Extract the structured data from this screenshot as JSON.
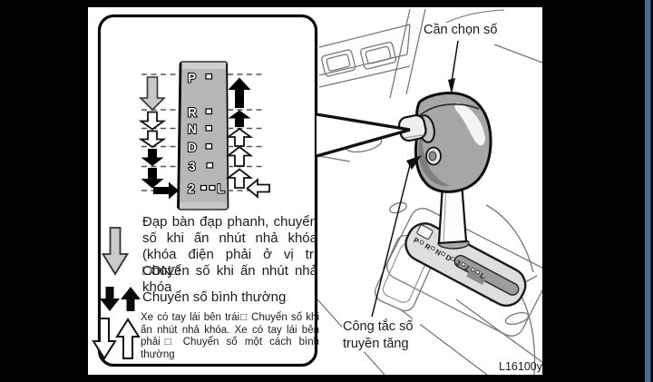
{
  "figure": {
    "code": "L16100y",
    "colors": {
      "background": "#000000",
      "page": "#ffffff",
      "accent_strip": "#4a6d92",
      "strip_gray": "#b7b7b7",
      "arrow_gray": "#c9c9c9",
      "line_black": "#111111"
    }
  },
  "shift_pattern": {
    "gears": [
      "P",
      "R",
      "N",
      "D",
      "3",
      "2",
      "L"
    ]
  },
  "legend": {
    "items": [
      {
        "symbol": "gray-down-arrow",
        "text": "Đạp bàn đạp phanh, chuyển số khi ấn nhút nhả khóa (khóa điện phải ở vị trí □ON□"
      },
      {
        "symbol": "white-down-arrow",
        "text": "Chuyển số khi ấn nhút nhả khóa"
      },
      {
        "symbol": "black-down-up-arrows",
        "text": "Chuyển số bình thường"
      },
      {
        "symbol": "white-down-up-arrows",
        "text": "Xe có tay lái bên trái□  Chuyển số khi ấn nhút nhả khóa. Xe có tay lái bên phải□  Chuyển số một cách bình thường"
      }
    ]
  },
  "callouts": {
    "shift_lever_label": "Cần chọn số",
    "overdrive_switch_label": "Công tắc số truyền tăng"
  }
}
